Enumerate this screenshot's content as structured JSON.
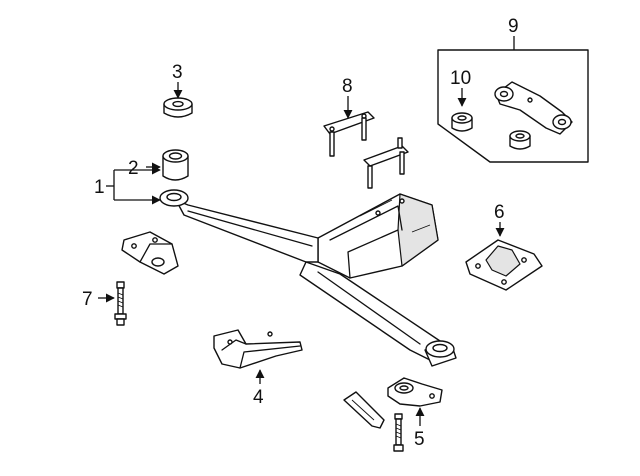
{
  "diagram": {
    "callouts": [
      {
        "id": "1",
        "label": "1"
      },
      {
        "id": "2",
        "label": "2"
      },
      {
        "id": "3",
        "label": "3"
      },
      {
        "id": "4",
        "label": "4"
      },
      {
        "id": "5",
        "label": "5"
      },
      {
        "id": "6",
        "label": "6"
      },
      {
        "id": "7",
        "label": "7"
      },
      {
        "id": "8",
        "label": "8"
      },
      {
        "id": "9",
        "label": "9"
      },
      {
        "id": "10",
        "label": "10"
      }
    ],
    "colors": {
      "line": "#111111",
      "background": "#ffffff",
      "shade": "#e4e4e4"
    }
  }
}
